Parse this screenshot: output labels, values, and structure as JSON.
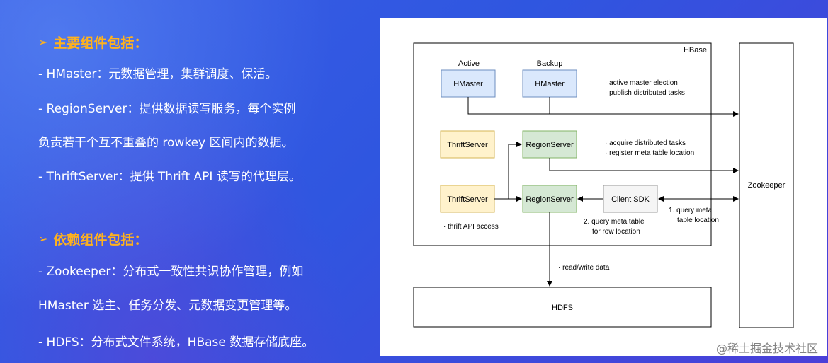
{
  "left": {
    "heading1": "主要组件包括：",
    "heading2": "依赖组件包括：",
    "lines": [
      "- HMaster：元数据管理，集群调度、保活。",
      "- RegionServer：提供数据读写服务，每个实例",
      "负责若干个互不重叠的 rowkey 区间内的数据。",
      "- ThriftServer：提供 Thrift API 读写的代理层。",
      "- Zookeeper：分布式一致性共识协作管理，例如",
      "HMaster 选主、任务分发、元数据变更管理等。",
      "- HDFS：分布式文件系统，HBase 数据存储底座。"
    ],
    "arrow_glyph": "➢"
  },
  "diagram": {
    "hbase_label": "HBase",
    "zookeeper_label": "Zookeeper",
    "hdfs_label": "HDFS",
    "active_label": "Active",
    "backup_label": "Backup",
    "hmaster_active": "HMaster",
    "hmaster_backup": "HMaster",
    "thrift1": "ThriftServer",
    "thrift2": "ThriftServer",
    "region1": "RegionServer",
    "region2": "RegionServer",
    "client_sdk": "Client SDK",
    "note_master_1": "· active master election",
    "note_master_2": "· publish distributed tasks",
    "note_region_1": "· acquire distributed tasks",
    "note_region_2": "· register meta table location",
    "note_thrift": "· thrift API access",
    "note_query_meta_1": "2. query meta table",
    "note_query_meta_2": "for row location",
    "note_query_zk_1": "1. query meta",
    "note_query_zk_2": "table location",
    "note_rw": "· read/write data",
    "colors": {
      "blue_fill": "#dae8fc",
      "blue_stroke": "#6c8ebf",
      "yellow_fill": "#fff2cc",
      "yellow_stroke": "#d6b656",
      "green_fill": "#d5e8d4",
      "green_stroke": "#82b366",
      "gray_fill": "#f5f5f5",
      "gray_stroke": "#999999"
    }
  },
  "watermark": "@稀土掘金技术社区"
}
